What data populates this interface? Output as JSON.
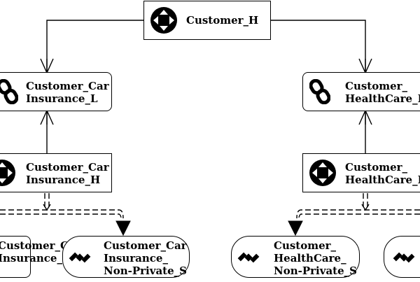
{
  "nodes": {
    "customer_h": {
      "label": "Customer_H",
      "kind": "hub",
      "icon": "hub-icon"
    },
    "car_link": {
      "label": "Customer_Car\nInsurance_L",
      "kind": "link",
      "icon": "chain-link-icon"
    },
    "health_link": {
      "label": "Customer_\nHealthCare_L",
      "kind": "link",
      "icon": "chain-link-icon"
    },
    "car_hub": {
      "label": "Customer_Car\nInsurance_H",
      "kind": "hub",
      "icon": "hub-icon"
    },
    "health_hub": {
      "label": "Customer_\nHealthCare_H",
      "kind": "hub",
      "icon": "hub-icon"
    },
    "car_sat_left": {
      "label": "Customer_Car\nInsurance_",
      "kind": "satellite",
      "icon": "satellite-icon"
    },
    "car_sat_np": {
      "label": "Customer_Car\nInsurance_\nNon-Private_S",
      "kind": "satellite",
      "icon": "satellite-icon"
    },
    "health_sat_np": {
      "label": "Customer_\nHealthCare_\nNon-Private_S",
      "kind": "satellite",
      "icon": "satellite-icon"
    },
    "health_sat_right": {
      "label": "",
      "kind": "satellite",
      "icon": "satellite-icon"
    }
  },
  "colors": {
    "stroke": "#000000",
    "fill": "#ffffff"
  }
}
